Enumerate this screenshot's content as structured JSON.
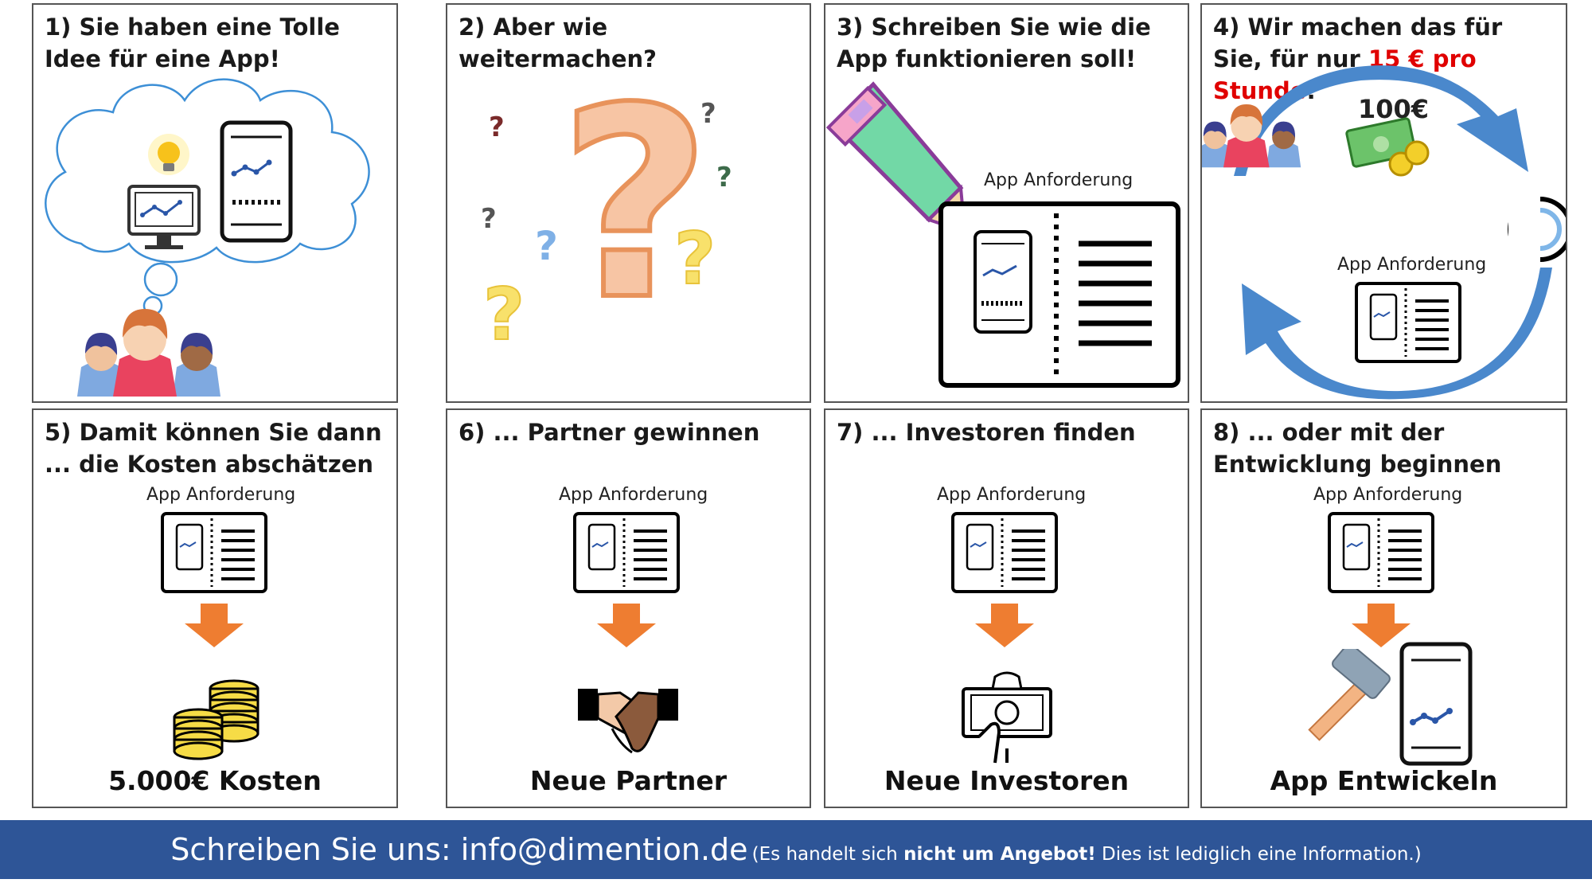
{
  "panels": [
    {
      "title": "1) Sie haben eine Tolle Idee für eine App!"
    },
    {
      "title": "2) Aber wie weitermachen?"
    },
    {
      "title": "3) Schreiben Sie wie die App funktionieren soll!",
      "doc_label": "App Anforderung"
    },
    {
      "title_pre": "4) Wir machen das für Sie, für nur ",
      "title_highlight": "15 € pro Stunde",
      "title_post": "!",
      "money_label": "100€",
      "doc_label": "App Anforderung"
    },
    {
      "title": "5) Damit können Sie dann ... die Kosten abschätzen",
      "doc_label": "App Anforderung",
      "caption": "5.000€ Kosten"
    },
    {
      "title": "6) ... Partner gewinnen",
      "doc_label": "App Anforderung",
      "caption": "Neue Partner"
    },
    {
      "title": "7) ... Investoren finden",
      "doc_label": "App Anforderung",
      "caption": "Neue Investoren"
    },
    {
      "title": "8) ... oder mit der Entwicklung beginnen",
      "doc_label": "App Anforderung",
      "caption": "App Entwickeln"
    }
  ],
  "footer": {
    "main": "Schreiben Sie uns: info@dimention.de",
    "note_open": "(Es handelt sich ",
    "note_bold": "nicht um Angebot!",
    "note_close": " Dies ist lediglich eine Information.)"
  },
  "colors": {
    "accent_red": "#e00000",
    "footer_bg": "#2e5597",
    "arrow_orange": "#ee7d31",
    "cycle_blue": "#4a88cc"
  }
}
